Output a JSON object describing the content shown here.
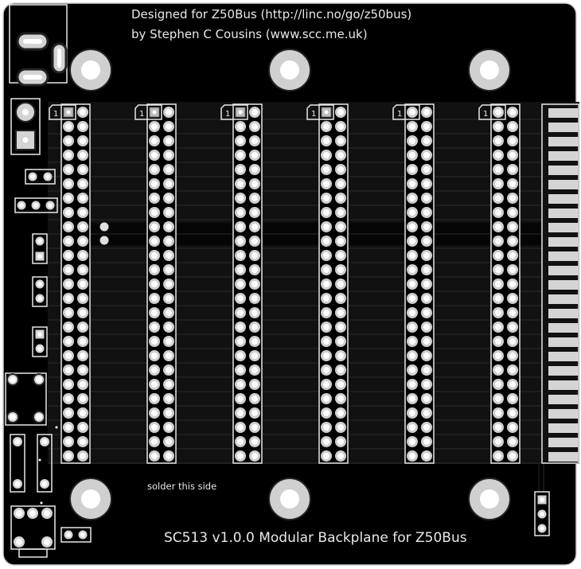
{
  "board": {
    "title_line1": "Designed for Z50Bus (http://linc.no/go/z50bus)",
    "title_line2": "by Stephen C Cousins (www.scc.me.uk)",
    "footer_title": "SC513 v1.0.0 Modular Backplane for Z50Bus",
    "solder_note": "solder this side",
    "pin1_label": "1",
    "colors": {
      "board": "#000000",
      "copper_fill": "#111111",
      "trace": "#2a2a2a",
      "silkscreen": "#e8e8e8",
      "pad": "#d4d4d4",
      "drill": "#ffffff",
      "outline": "#cfcfcf"
    }
  },
  "headers": {
    "count": 6,
    "rows": 25,
    "columns": 2,
    "labels": [
      "1",
      "1",
      "1",
      "1",
      "1",
      "1"
    ]
  },
  "edge_connector": {
    "fingers": 25
  },
  "mounting_holes": {
    "count": 6
  }
}
